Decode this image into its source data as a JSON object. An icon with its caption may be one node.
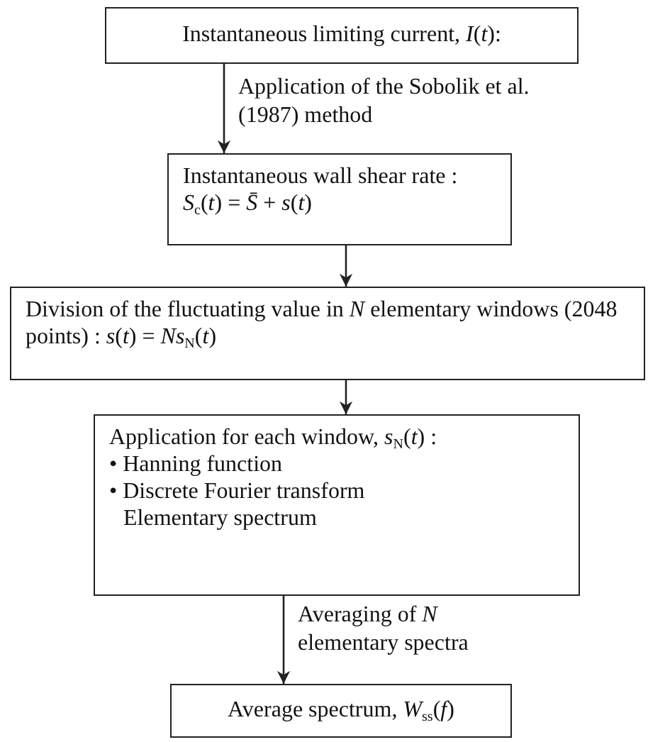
{
  "diagram": {
    "nodes": [
      {
        "text": [
          "Instantaneous limiting current, *I*(*t*):"
        ]
      },
      {
        "text": [
          "Instantaneous wall shear rate : *S*$_{c}$(*t*) = *S̄* + *s*(*t*)"
        ]
      },
      {
        "text": [
          "Division of the fluctuating value in *N* elementary windows (2048 points) : *s*(*t*) = *Ns*$_{N}$(*t*)"
        ]
      },
      {
        "text": [
          "Application for each window, *s*$_{N}$(*t*) :",
          "• Hanning function",
          "• Discrete Fourier transform",
          "Elementary spectrum"
        ]
      },
      {
        "text": [
          "Average spectrum, *W*$_{ss}$(*f*)"
        ]
      }
    ],
    "edges": [
      {
        "from": 0,
        "to": 1,
        "arrow": "to",
        "label": "Application of the Sobolik et al. (1987) method"
      },
      {
        "from": 1,
        "to": 2,
        "arrow": "to"
      },
      {
        "from": 2,
        "to": 3,
        "arrow": "to"
      },
      {
        "from": 3,
        "to": 4,
        "arrow": "to",
        "label": "Averaging of *N* elementary spectra"
      }
    ]
  }
}
